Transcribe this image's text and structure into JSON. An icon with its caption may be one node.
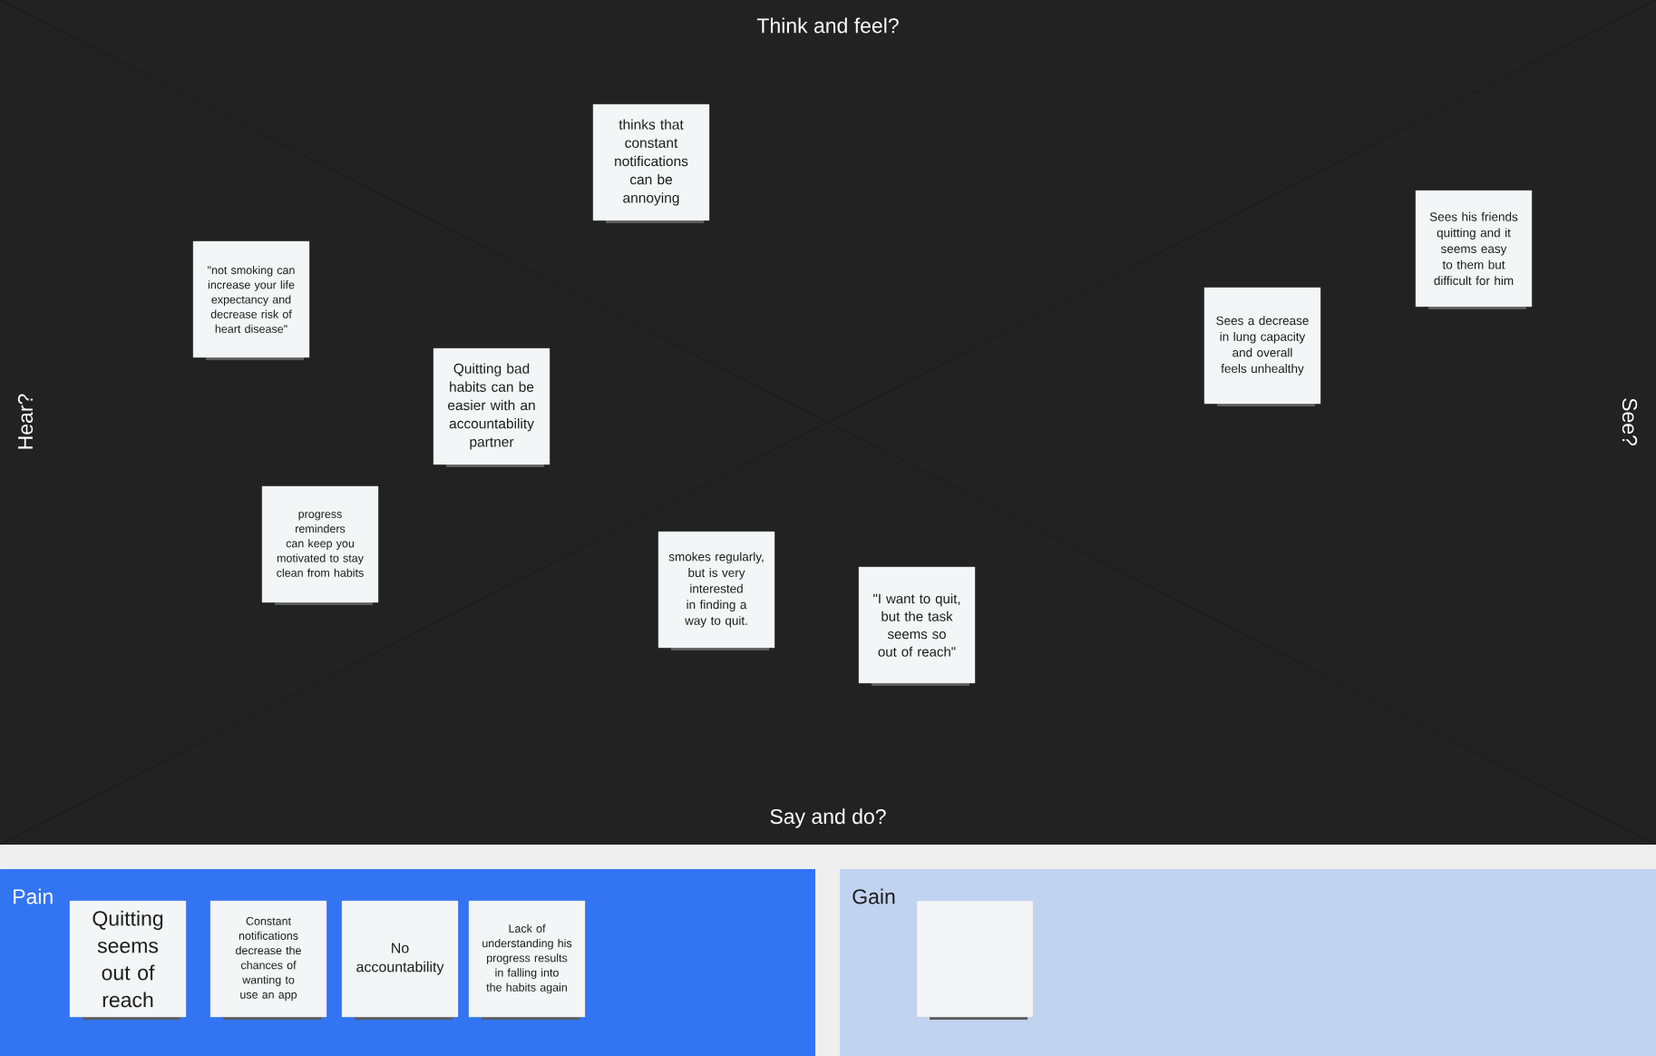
{
  "diagram": {
    "nodes": [
      {
        "text": [
          "Think and feel?",
          "Hear?",
          "See?",
          "Say and do?"
        ]
      },
      {
        "text": [
          "thinks that constant notifications can be annoying"
        ],
        "in": 0
      },
      {
        "text": [
          "Sees his friends quitting and it seems easy to them but difficult for him"
        ],
        "in": 0
      },
      {
        "text": [
          "\"not smoking can increase your life expectancy and decrease risk of heart disease\""
        ],
        "in": 0
      },
      {
        "text": [
          "Sees a decrease in lung capacity and overall feels unhealthy"
        ],
        "in": 0
      },
      {
        "text": [
          "Quitting bad habits can be easier with an accountability partner"
        ],
        "in": 0
      },
      {
        "text": [
          "progress reminders can keep you motivated to stay clean from habits"
        ],
        "in": 0
      },
      {
        "text": [
          "smokes regularly, but is very interested in finding a way to quit."
        ],
        "in": 0
      },
      {
        "text": [
          "\"I want to quit, but the task seems so out of reach\""
        ],
        "in": 0
      },
      {
        "text": [
          "Pain"
        ]
      },
      {
        "text": [
          "Quitting seems out of reach"
        ],
        "in": 9
      },
      {
        "text": [
          "Constant notifications decrease the chances of wanting to use an app"
        ],
        "in": 9
      },
      {
        "text": [
          "No accountability"
        ],
        "in": 9
      },
      {
        "text": [
          "Lack of understanding his progress results in falling into the habits again"
        ],
        "in": 9
      },
      {
        "text": [
          "Gain"
        ]
      },
      {
        "text": [],
        "shape": "box",
        "in": 14
      }
    ]
  }
}
